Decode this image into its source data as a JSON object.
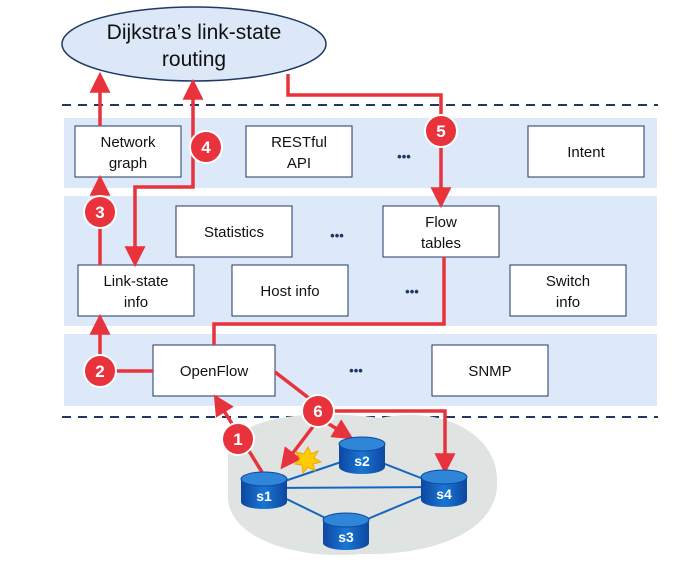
{
  "title": {
    "line1": "Dijkstra’s link-state",
    "line2": "routing"
  },
  "boxes": {
    "network_graph": [
      "Network",
      "graph"
    ],
    "restful_api": [
      "RESTful",
      "API"
    ],
    "intent": [
      "Intent"
    ],
    "statistics": [
      "Statistics"
    ],
    "flow_tables": [
      "Flow",
      "tables"
    ],
    "link_state_info": [
      "Link-state",
      "info"
    ],
    "host_info": [
      "Host info"
    ],
    "switch_info": [
      "Switch",
      "info"
    ],
    "openflow": [
      "OpenFlow"
    ],
    "snmp": [
      "SNMP"
    ]
  },
  "ellipsis": "•••",
  "steps": [
    "1",
    "2",
    "3",
    "4",
    "5",
    "6"
  ],
  "switches": [
    "s1",
    "s2",
    "s3",
    "s4"
  ],
  "colors": {
    "layer_band": "#dde8f8",
    "accent_red": "#e8323c",
    "navy": "#1f3864",
    "switch_blue": "#1565c0",
    "topology_bg": "#dfe4e2",
    "title_fill": "#dce8f8",
    "event_star": "#ffcc00"
  }
}
